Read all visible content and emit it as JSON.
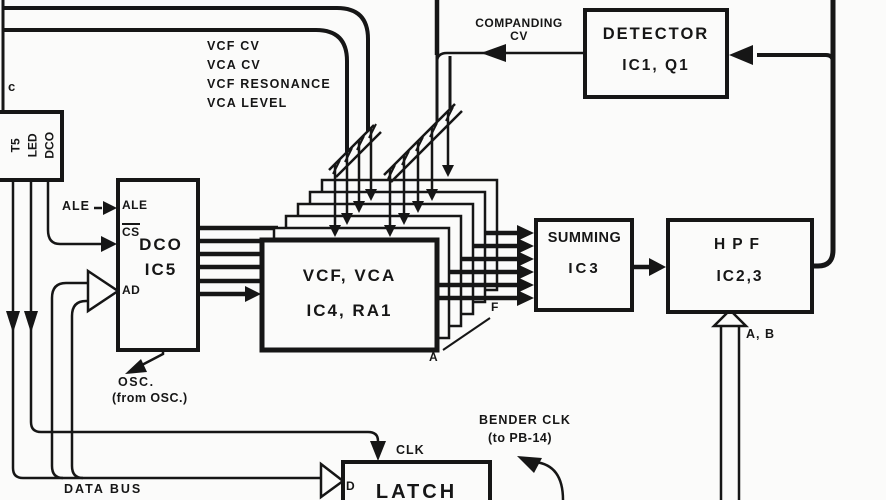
{
  "colors": {
    "ink": "#161616",
    "bg": "#fbfbfa"
  },
  "top_left": {
    "partial_label": "c",
    "cv_labels": [
      "VCF CV",
      "VCA CV",
      "VCF RESONANCE",
      "VCA LEVEL"
    ]
  },
  "boxes": {
    "t5": {
      "lines": [
        "T5",
        "LED",
        "DCO"
      ]
    },
    "dco": {
      "title": "DCO",
      "subtitle": "IC5",
      "pins": {
        "ale": "ALE",
        "cs": "CS",
        "ad": "AD"
      }
    },
    "vcf_vca": {
      "title": "VCF, VCA",
      "subtitle": "IC4, RA1",
      "stack_front": "A",
      "stack_back": "F"
    },
    "summing": {
      "title": "SUMMING",
      "subtitle": "IC3"
    },
    "hpf": {
      "title": "HPF",
      "subtitle": "IC2,3",
      "input_label": "A, B"
    },
    "detector": {
      "title": "DETECTOR",
      "subtitle": "IC1, Q1"
    },
    "latch": {
      "title": "LATCH",
      "pin_d": "D",
      "pin_clk": "CLK"
    }
  },
  "labels": {
    "companding_line1": "COMPANDING",
    "companding_line2": "CV",
    "ale_external": "ALE",
    "osc": "OSC.",
    "osc_from": "(from OSC.)",
    "bender_clk": "BENDER CLK",
    "bender_to": "(to PB-14)",
    "data_bus": "DATA BUS"
  }
}
